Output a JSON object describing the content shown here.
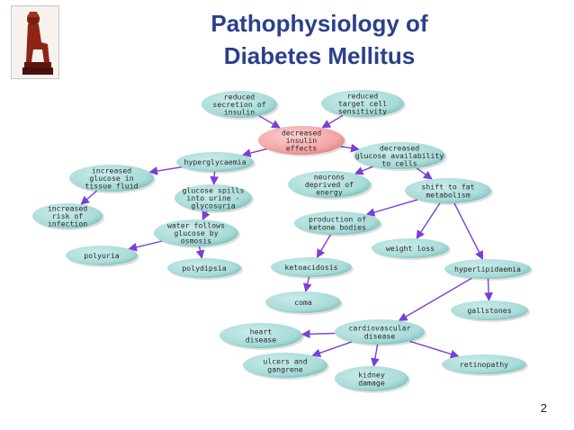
{
  "slide": {
    "title_line1": "Pathophysiology of",
    "title_line2": "Diabetes Mellitus",
    "page_number": "2"
  },
  "colors": {
    "title": "#2b3f8c",
    "node_fill": "#a9dbd8",
    "node_fill_dark": "#6fb8b3",
    "central_fill": "#f3a3a3",
    "arrow": "#7a3fd6",
    "text": "#2a2a2a"
  },
  "icons": {
    "logo": "pharaoh-figure-icon"
  },
  "diagram": {
    "nodes": [
      {
        "id": "reduced-secretion",
        "lines": [
          "reduced",
          "secretion of",
          "insulin"
        ]
      },
      {
        "id": "reduced-sensitivity",
        "lines": [
          "reduced",
          "target cell",
          "sensitivity"
        ]
      },
      {
        "id": "decreased-insulin",
        "lines": [
          "decreased",
          "insulin",
          "effects"
        ]
      },
      {
        "id": "hyperglycaemia",
        "lines": [
          "hyperglycaemia"
        ]
      },
      {
        "id": "decreased-glucose",
        "lines": [
          "decreased",
          "glucose availability",
          "to cells"
        ]
      },
      {
        "id": "increased-glucose",
        "lines": [
          "increased",
          "glucose in",
          "tissue fluid"
        ]
      },
      {
        "id": "neurons-deprived",
        "lines": [
          "neurons",
          "deprived of",
          "energy"
        ]
      },
      {
        "id": "shift-to-fat",
        "lines": [
          "shift to fat",
          "metabolism"
        ]
      },
      {
        "id": "glucose-spills",
        "lines": [
          "glucose spills",
          "into urine -",
          "glycosuria"
        ]
      },
      {
        "id": "increased-risk",
        "lines": [
          "increased",
          "risk of",
          "infection"
        ]
      },
      {
        "id": "production-ketone",
        "lines": [
          "production of",
          "ketone bodies"
        ]
      },
      {
        "id": "water-follows",
        "lines": [
          "water follows",
          "glucose by",
          "osmosis"
        ]
      },
      {
        "id": "weight-loss",
        "lines": [
          "weight loss"
        ]
      },
      {
        "id": "polyuria",
        "lines": [
          "polyuria"
        ]
      },
      {
        "id": "polydipsia",
        "lines": [
          "polydipsia"
        ]
      },
      {
        "id": "ketoacidosis",
        "lines": [
          "ketoacidosis"
        ]
      },
      {
        "id": "hyperlipidaemia",
        "lines": [
          "hyperlipidaemia"
        ]
      },
      {
        "id": "coma",
        "lines": [
          "coma"
        ]
      },
      {
        "id": "gallstones",
        "lines": [
          "gallstones"
        ]
      },
      {
        "id": "cardiovascular",
        "lines": [
          "cardiovascular",
          "disease"
        ]
      },
      {
        "id": "heart-disease",
        "lines": [
          "heart",
          "disease"
        ]
      },
      {
        "id": "ulcers",
        "lines": [
          "ulcers and",
          "gangrene"
        ]
      },
      {
        "id": "retinopathy",
        "lines": [
          "retinopathy"
        ]
      },
      {
        "id": "kidney",
        "lines": [
          "kidney",
          "damage"
        ]
      }
    ],
    "edges": [
      [
        "reduced-secretion",
        "decreased-insulin"
      ],
      [
        "reduced-sensitivity",
        "decreased-insulin"
      ],
      [
        "decreased-insulin",
        "hyperglycaemia"
      ],
      [
        "decreased-insulin",
        "decreased-glucose"
      ],
      [
        "hyperglycaemia",
        "increased-glucose"
      ],
      [
        "hyperglycaemia",
        "glucose-spills"
      ],
      [
        "increased-glucose",
        "increased-risk"
      ],
      [
        "glucose-spills",
        "water-follows"
      ],
      [
        "water-follows",
        "polyuria"
      ],
      [
        "water-follows",
        "polydipsia"
      ],
      [
        "decreased-glucose",
        "neurons-deprived"
      ],
      [
        "decreased-glucose",
        "shift-to-fat"
      ],
      [
        "shift-to-fat",
        "production-ketone"
      ],
      [
        "shift-to-fat",
        "weight-loss"
      ],
      [
        "shift-to-fat",
        "hyperlipidaemia"
      ],
      [
        "production-ketone",
        "ketoacidosis"
      ],
      [
        "ketoacidosis",
        "coma"
      ],
      [
        "hyperlipidaemia",
        "gallstones"
      ],
      [
        "hyperlipidaemia",
        "cardiovascular"
      ],
      [
        "cardiovascular",
        "heart-disease"
      ],
      [
        "cardiovascular",
        "ulcers"
      ],
      [
        "cardiovascular",
        "retinopathy"
      ],
      [
        "cardiovascular",
        "kidney"
      ]
    ]
  }
}
